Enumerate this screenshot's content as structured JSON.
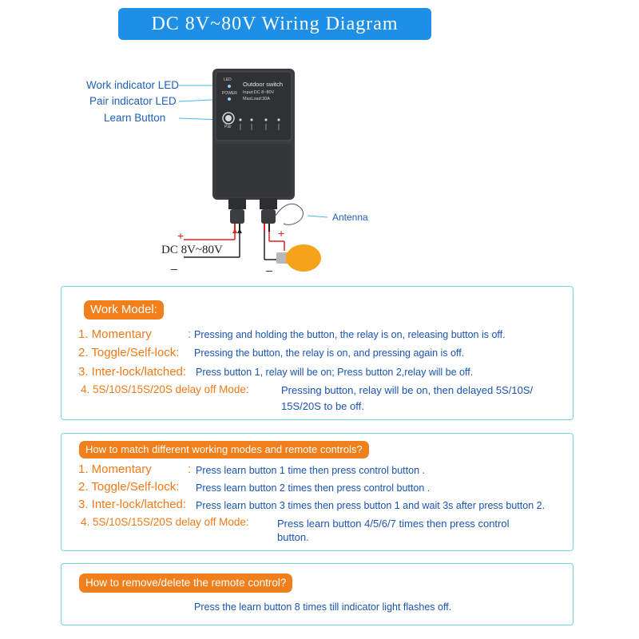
{
  "title": "DC 8V~80V Wiring Diagram",
  "device": {
    "name": "Outdoor switch",
    "input": "Input:DC 8~80V",
    "maxload": "MaxLoad:30A",
    "led_label": "LED",
    "power_label": "POWER",
    "pair_label": "Pair"
  },
  "callouts": {
    "work_led": "Work indicator LED",
    "pair_led": "Pair indicator LED",
    "learn": "Learn Button",
    "antenna": "Antenna"
  },
  "power": {
    "label": "DC  8V~80V",
    "plus": "+",
    "minus": "_"
  },
  "load": {
    "plus": "+",
    "minus": "_"
  },
  "work_model": {
    "header": "Work Model:",
    "items": [
      {
        "name": "1. Momentary",
        "sep": ":",
        "desc": "Pressing and holding the button, the relay is on, releasing button is off."
      },
      {
        "name": "2. Toggle/Self-lock:",
        "desc": "Pressing the button, the relay is on, and pressing again is off."
      },
      {
        "name": "3. Inter-lock/latched:",
        "desc": "Press button 1, relay will be on; Press button 2,relay  will be off."
      },
      {
        "name": "4. 5S/10S/15S/20S delay off Mode:",
        "desc": "Pressing button, relay will be on, then delayed 5S/10S/",
        "desc2": "15S/20S to be off."
      }
    ]
  },
  "match": {
    "header": "How to match different working modes and remote controls?",
    "items": [
      {
        "name": "1. Momentary",
        "sep": ":",
        "desc": "Press learn button 1 time then press  control  button ."
      },
      {
        "name": "2. Toggle/Self-lock:",
        "desc": "Press learn button 2 times  then press  control  button ."
      },
      {
        "name": "3. Inter-lock/latched:",
        "desc": "Press learn button 3 times  then press button 1 and wait 3s after press button 2."
      },
      {
        "name": "4. 5S/10S/15S/20S delay off Mode:",
        "desc": "Press learn button 4/5/6/7 times then press control",
        "desc2": "button."
      }
    ]
  },
  "remove": {
    "header": "How to remove/delete the remote control?",
    "text": "Press the learn button 8 times  till indicator light flashes off."
  }
}
